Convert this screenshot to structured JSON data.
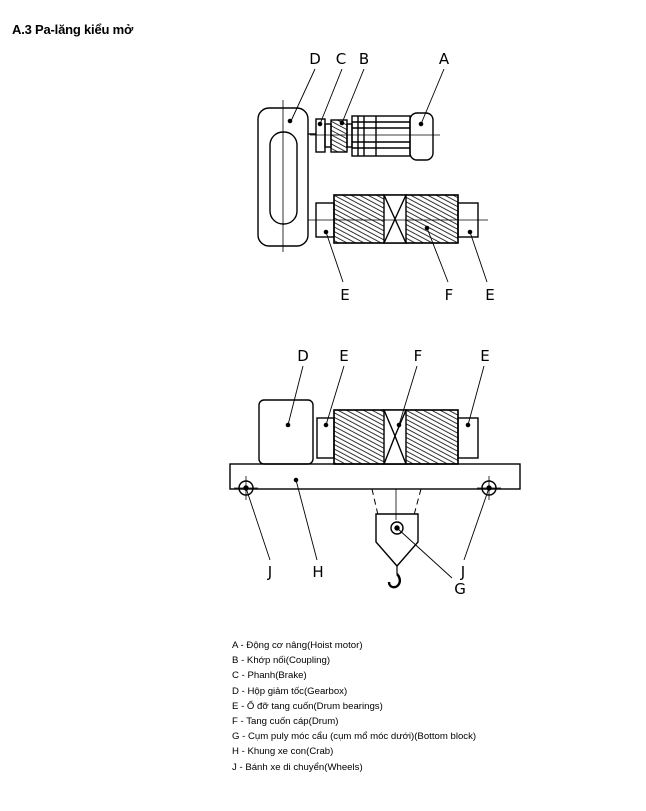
{
  "title": "A.3 Pa-lăng kiểu mở",
  "top_view": {
    "callouts": {
      "D": "D",
      "C": "C",
      "B": "B",
      "A": "A",
      "E_left": "E",
      "F": "F",
      "E_right": "E"
    }
  },
  "front_view": {
    "callouts": {
      "D": "D",
      "E_left": "E",
      "F": "F",
      "E_right": "E",
      "J_left": "J",
      "H": "H",
      "G": "G",
      "J_right": "J"
    }
  },
  "legend": [
    "A - Động cơ nâng(Hoist motor)",
    "B - Khớp nối(Coupling)",
    "C - Phanh(Brake)",
    "D - Hộp giảm tốc(Gearbox)",
    "E - Ổ đỡ tang cuốn(Drum bearings)",
    "F - Tang cuốn cáp(Drum)",
    "G - Cụm puly móc cẩu (cụm mổ móc dưới)(Bottom block)",
    "H - Khung xe con(Crab)",
    "J - Bánh xe di chuyển(Wheels)"
  ]
}
